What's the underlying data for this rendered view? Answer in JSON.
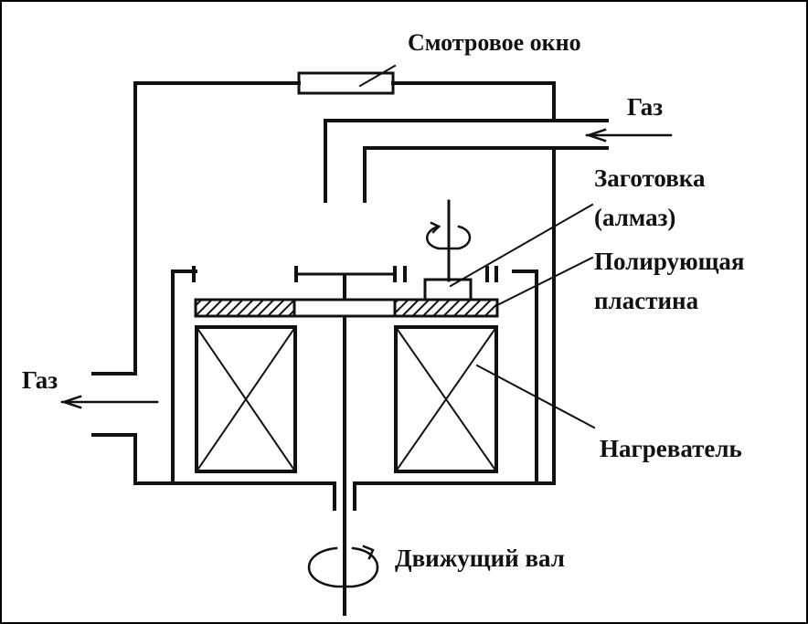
{
  "labels": {
    "viewing_window": "Смотровое окно",
    "gas_in": "Газ",
    "workpiece_line1": "Заготовка",
    "workpiece_line2": "(алмаз)",
    "polishing_line1": "Полирующая",
    "polishing_line2": "пластина",
    "gas_out": "Газ",
    "heater": "Нагреватель",
    "drive_shaft": "Движущий вал"
  },
  "colors": {
    "line": "#111111",
    "background": "#ffffff",
    "hatch": "#111111"
  }
}
